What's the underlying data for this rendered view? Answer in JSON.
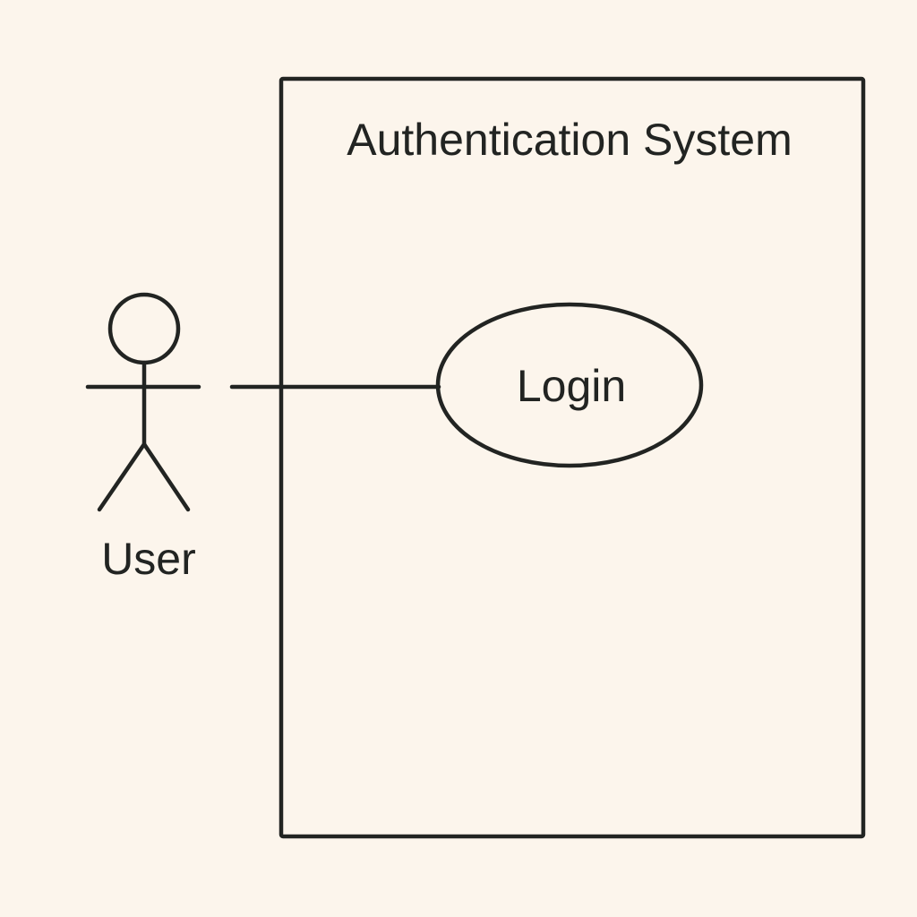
{
  "diagram": {
    "type": "use-case",
    "system": {
      "title": "Authentication System"
    },
    "actor": {
      "name": "User"
    },
    "use_case": {
      "label": "Login"
    },
    "associations": [
      {
        "from": "User",
        "to": "Login"
      }
    ],
    "colors": {
      "background": "#fcf5ec",
      "ink": "#222422"
    }
  }
}
